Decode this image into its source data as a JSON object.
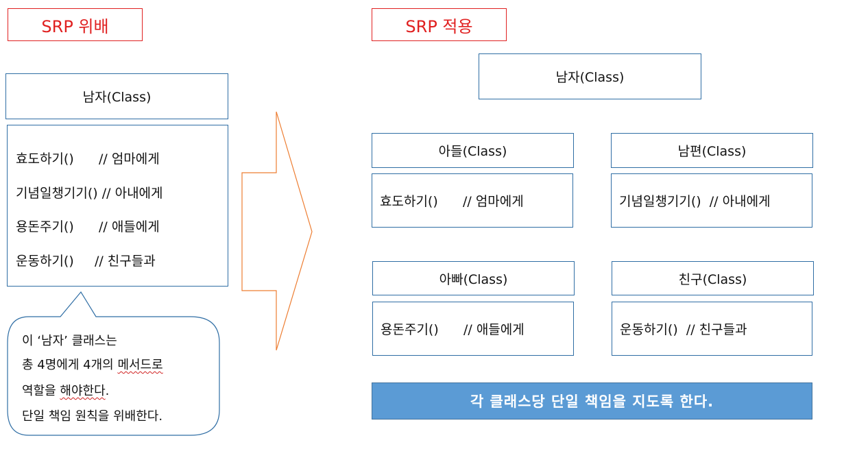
{
  "left": {
    "title": "SRP 위배",
    "class_name": "남자(Class)",
    "methods": [
      "효도하기()      // 엄마에게",
      "기념일챙기기() // 아내에게",
      "용돈주기()      // 애들에게",
      "운동하기()     // 친구들과"
    ],
    "callout": {
      "line1": "이 ‘남자’ 클래스는",
      "line2_pre": "총 4명에게 4개의 ",
      "line2_squiggle": "메서드로",
      "line3_pre": "역할을 ",
      "line3_squiggle": "해야한다",
      "line3_post": ".",
      "line4": "단일 책임 원칙을 위배한다."
    }
  },
  "right": {
    "title": "SRP 적용",
    "top_class": "남자(Class)",
    "classes": [
      {
        "name": "아들(Class)",
        "method": "효도하기()      // 엄마에게"
      },
      {
        "name": "남편(Class)",
        "method": "기념일챙기기()  // 아내에게"
      },
      {
        "name": "아빠(Class)",
        "method": "용돈주기()      // 애들에게"
      },
      {
        "name": "친구(Class)",
        "method": "운동하기()  // 친구들과"
      }
    ],
    "banner": "각 클래스당 단일 책임을 지도록 한다."
  },
  "colors": {
    "title_border": "#e02020",
    "box_border": "#2e6da4",
    "arrow_stroke": "#ed7d31",
    "banner_fill": "#5b9bd5",
    "callout_border": "#2e6da4"
  }
}
